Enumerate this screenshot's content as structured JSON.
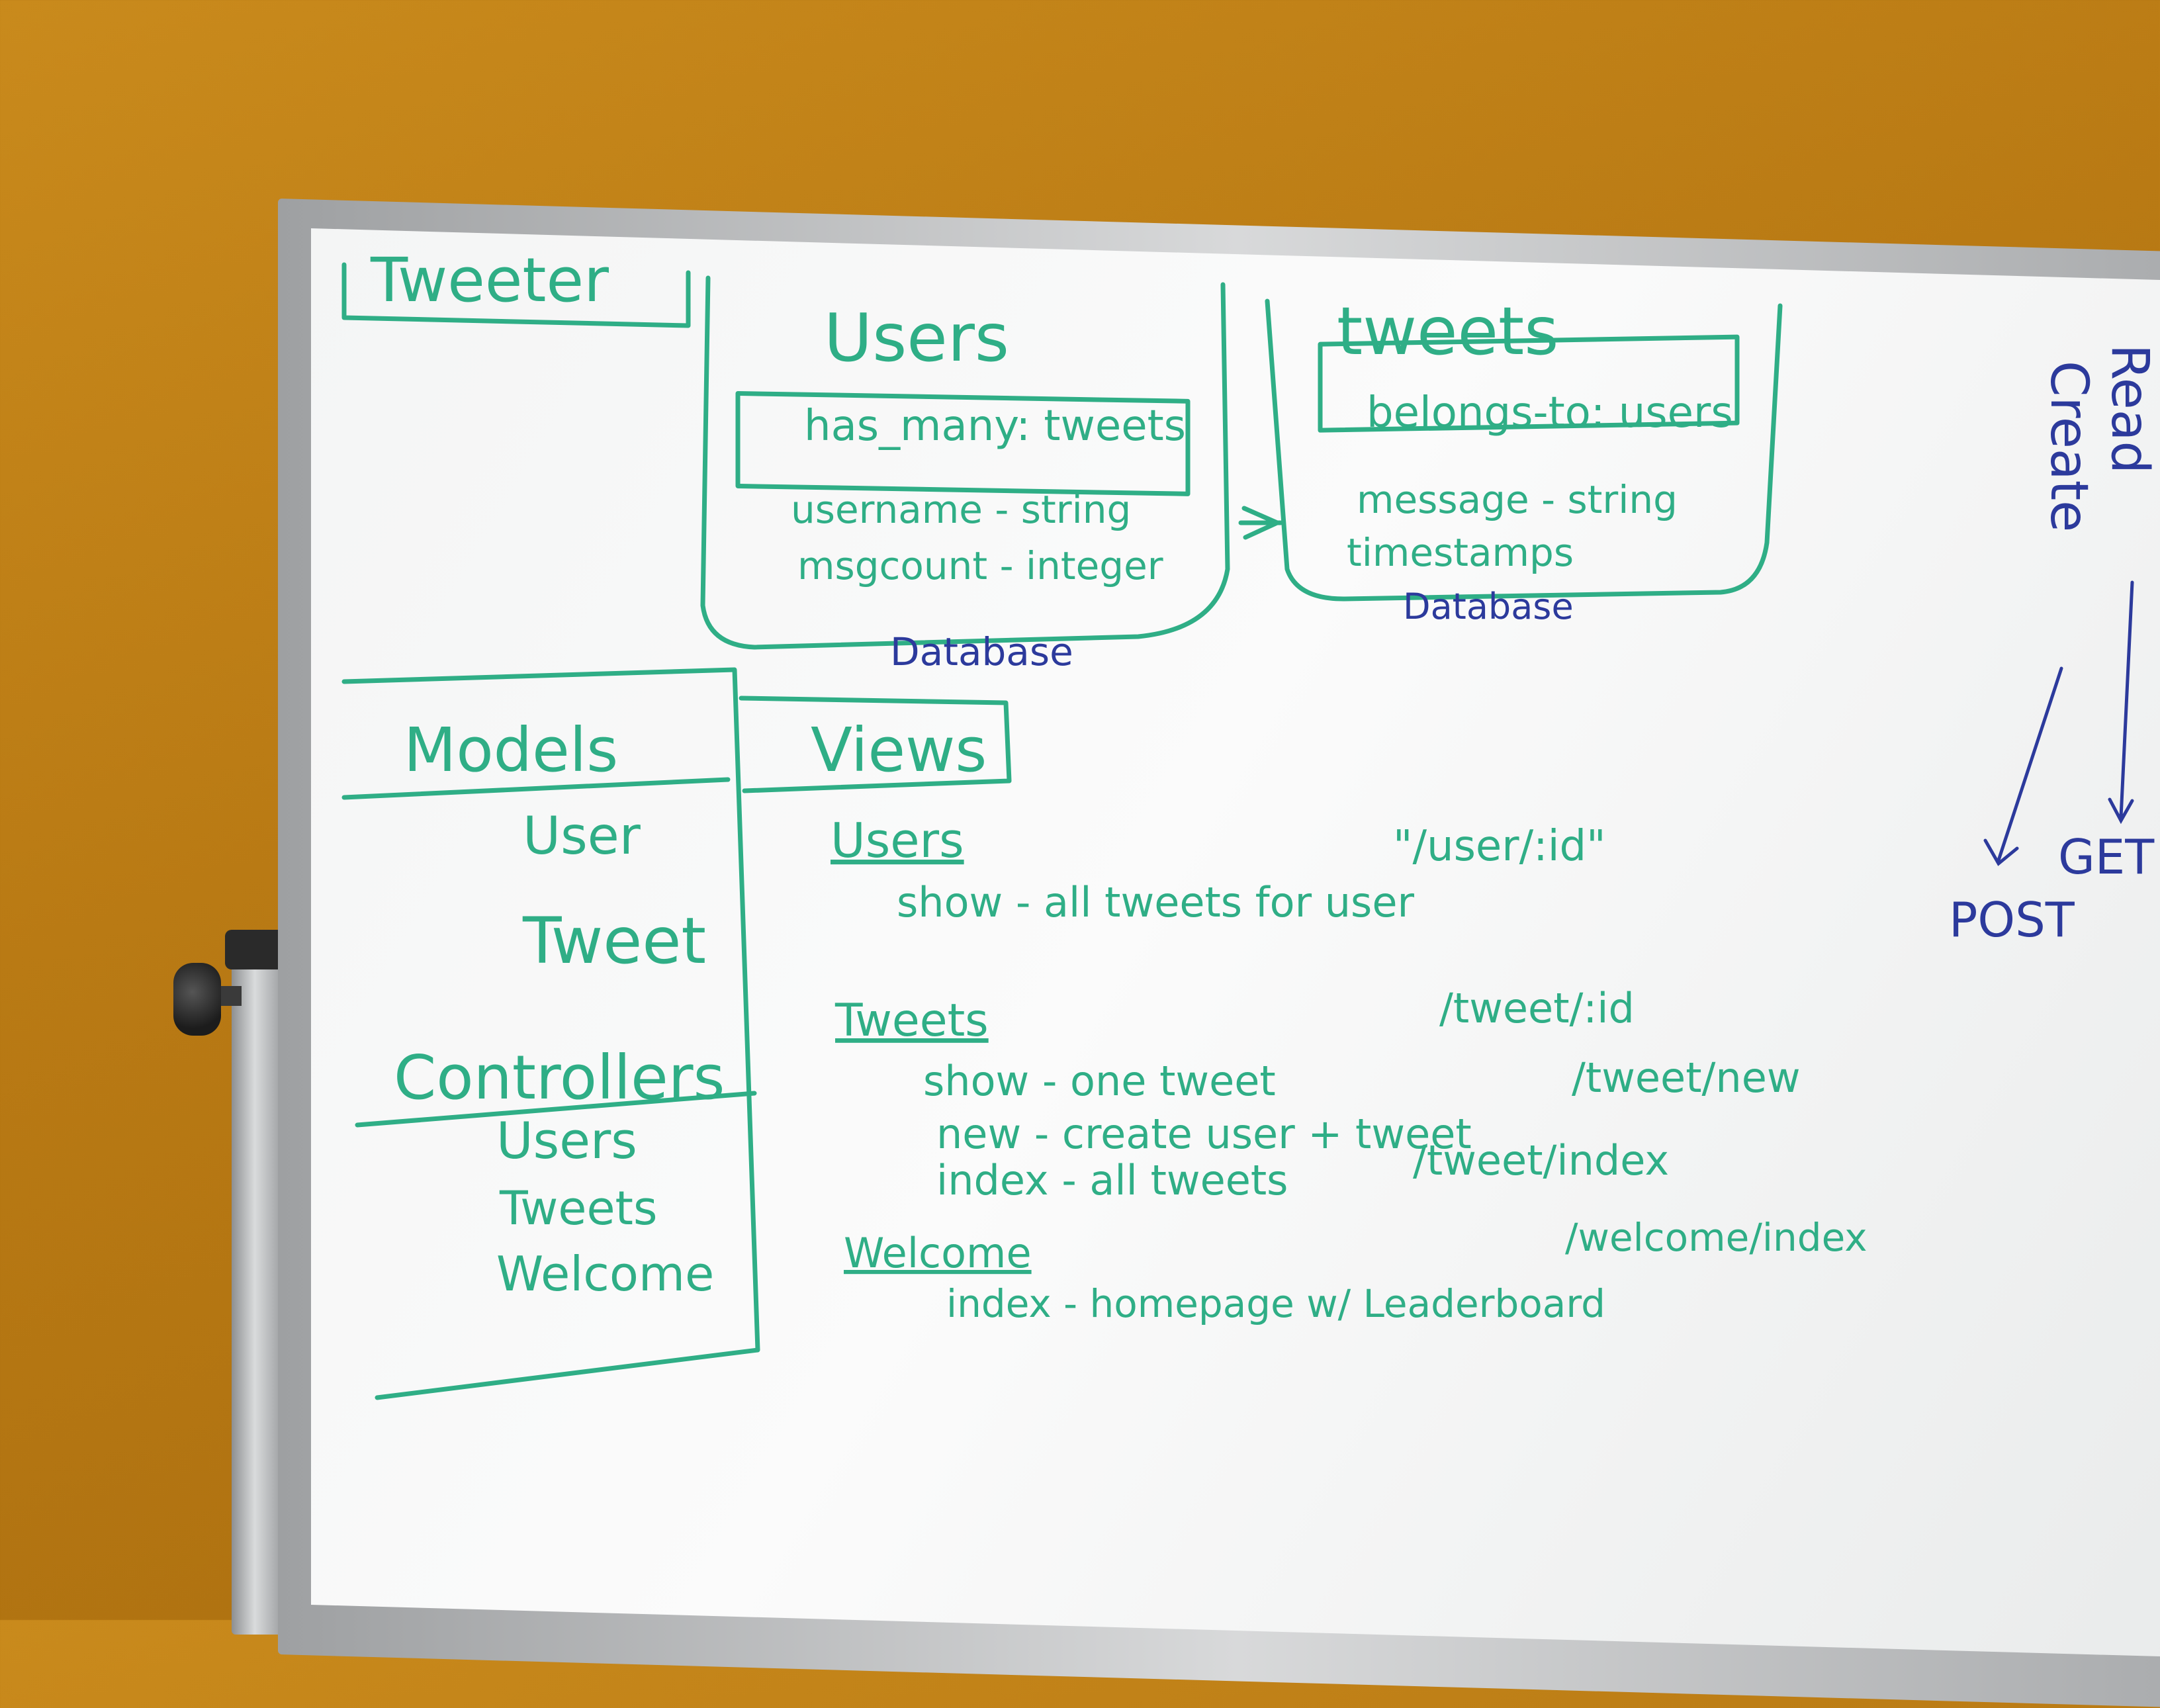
{
  "board": {
    "app_title": "Tweeter",
    "users_table": {
      "title": "Users",
      "association": "has_many: tweets",
      "fields": [
        "username - string",
        "msgcount - integer"
      ],
      "label": "Database"
    },
    "tweets_table": {
      "title": "tweets",
      "association": "belongs-to: users",
      "fields": [
        "message - string",
        "timestamps"
      ],
      "label": "Database"
    },
    "models": {
      "heading": "Models",
      "items": [
        "User",
        "Tweet"
      ]
    },
    "controllers": {
      "heading": "Controllers",
      "items": [
        "Users",
        "Tweets",
        "Welcome"
      ]
    },
    "views": {
      "heading": "Views",
      "groups": [
        {
          "name": "Users",
          "rows": [
            {
              "action": "show - all tweets for user",
              "route": "\"/user/:id\""
            }
          ]
        },
        {
          "name": "Tweets",
          "rows": [
            {
              "action": "show - one tweet",
              "route": "/tweet/:id"
            },
            {
              "action": "new - create user + tweet",
              "route": "/tweet/new"
            },
            {
              "action": "index - all tweets",
              "route": "/tweet/index"
            }
          ]
        },
        {
          "name": "Welcome",
          "rows": [
            {
              "action": "index - homepage w/ Leaderboard",
              "route": "/welcome/index"
            }
          ]
        }
      ]
    },
    "crud": {
      "create_vertical": "Create",
      "read_vertical": "Read",
      "create_verb": "POST",
      "read_verb": "GET"
    }
  },
  "colors": {
    "wall": "#b97a14",
    "marker_green": "#2fae86",
    "marker_blue": "#2c3a9c",
    "board": "#f7f8f8",
    "frame": "#c4c6c8"
  }
}
